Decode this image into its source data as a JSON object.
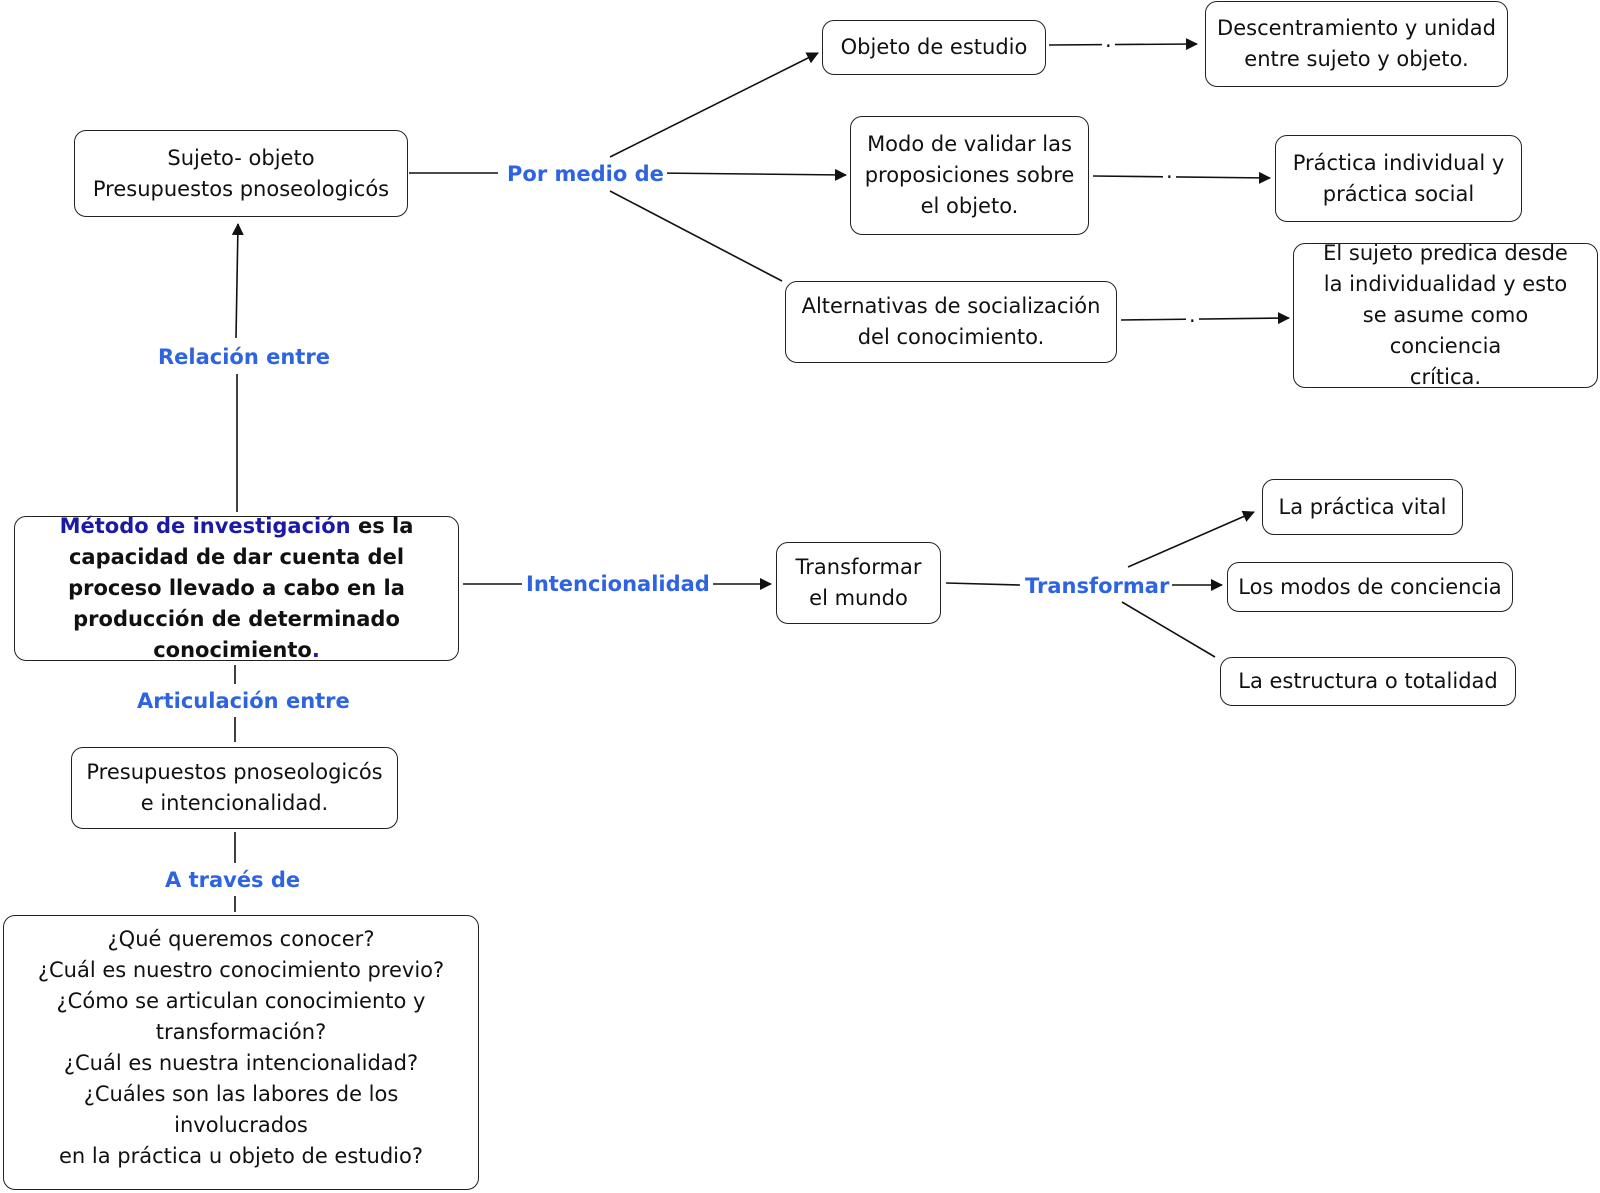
{
  "colors": {
    "label": "#2f64e0",
    "accent": "#1a1aa6",
    "border": "#222222"
  },
  "nodes": {
    "sujeto": [
      "Sujeto- objeto",
      "Presupuestos pnoseologicós"
    ],
    "objeto_estudio": [
      "Objeto de estudio"
    ],
    "descentramiento": [
      "Descentramiento y unidad",
      "entre sujeto y objeto."
    ],
    "modo_validar": [
      "Modo de validar las",
      "proposiciones sobre",
      "el objeto."
    ],
    "practica_ind": [
      "Práctica individual y",
      "práctica social"
    ],
    "alternativas": [
      "Alternativas de socialización",
      "del conocimiento."
    ],
    "sujeto_predica": [
      "El sujeto predica desde",
      "la individualidad y esto",
      "se asume como conciencia",
      "crítica."
    ],
    "metodo": {
      "highlight": "Método de investigación",
      "rest": " es la capacidad de dar cuenta del proceso llevado a cabo en la producción de determinado conocimiento",
      "end": "."
    },
    "transformar_mundo": [
      "Transformar",
      "el mundo"
    ],
    "practica_vital": [
      "La práctica vital"
    ],
    "modos_conciencia": [
      "Los modos de conciencia"
    ],
    "estructura": [
      "La estructura o totalidad"
    ],
    "presupuestos": [
      "Presupuestos pnoseologicós",
      "e intencionalidad."
    ],
    "preguntas": [
      "¿Qué queremos conocer?",
      "¿Cuál es nuestro conocimiento previo?",
      "¿Cómo  se articulan conocimiento y",
      "transformación?",
      "¿Cuál es nuestra intencionalidad?",
      "¿Cuáles son las labores de los involucrados",
      "en la práctica u objeto de estudio?"
    ]
  },
  "labels": {
    "por_medio_de": "Por medio de",
    "relacion_entre": "Relación entre",
    "intencionalidad": "Intencionalidad",
    "transformar": "Transformar",
    "articulacion_entre": "Articulación entre",
    "a_traves_de": "A través de"
  },
  "dots": {
    "d1": ".",
    "d2": ".",
    "d3": "."
  }
}
